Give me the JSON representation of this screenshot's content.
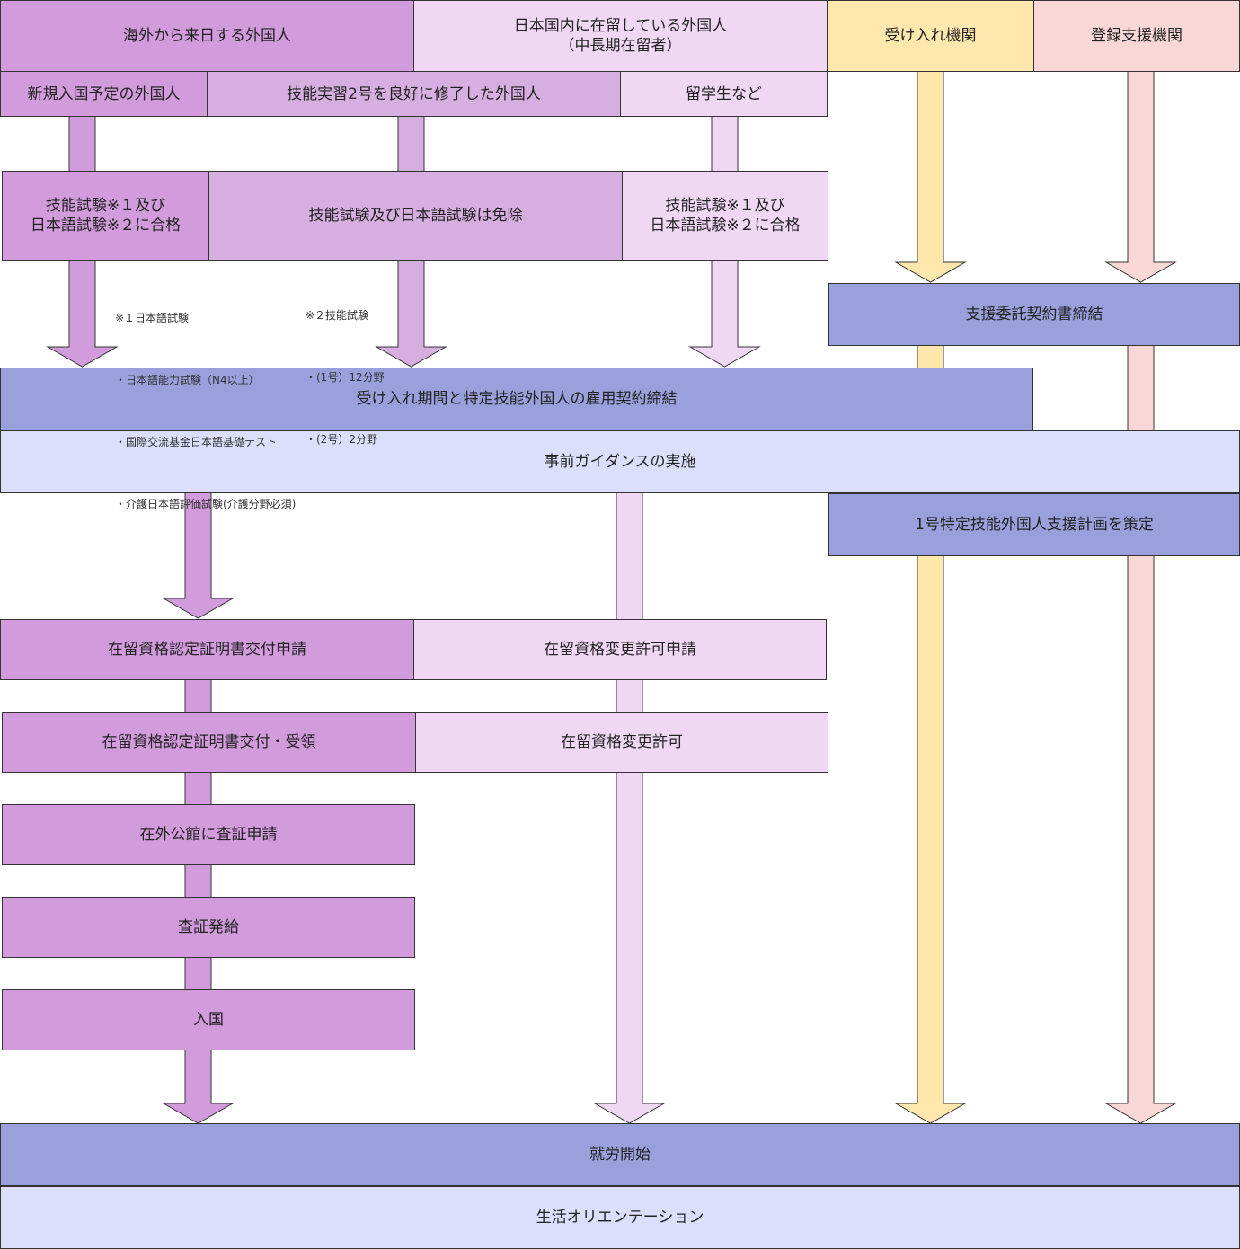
{
  "headers": {
    "overseas": "海外から来日する外国人",
    "domestic_line1": "日本国内に在留している外国人",
    "domestic_line2": "（中長期在留者）",
    "accepting_org": "受け入れ機関",
    "support_org": "登録支援機関"
  },
  "subheaders": {
    "new_entry": "新規入国予定の外国人",
    "trainee": "技能実習2号を良好に修了した外国人",
    "student": "留学生など"
  },
  "exams": {
    "pass_line1": "技能試験※１及び",
    "pass_line2": "日本語試験※２に合格",
    "exempt": "技能試験及び日本語試験は免除",
    "pass_right_line1": "技能試験※１及び",
    "pass_right_line2": "日本語試験※２に合格"
  },
  "notes": {
    "note1_title": "※１日本語試験",
    "note1_items": [
      "・日本語能力試験（N4以上）",
      "・国際交流基金日本語基礎テスト",
      "・介護日本語評価試験(介護分野必須)"
    ],
    "note2_title": "※２技能試験",
    "note2_items": [
      "・(1号）12分野",
      "・(2号）2分野"
    ]
  },
  "steps": {
    "support_contract": "支援委託契約書締結",
    "employment_contract": "受け入れ期間と特定技能外国人の雇用契約締結",
    "guidance": "事前ガイダンスの実施",
    "support_plan": "1号特定技能外国人支援計画を策定",
    "coe_application": "在留資格認定証明書交付申請",
    "change_application": "在留資格変更許可申請",
    "coe_issued": "在留資格認定証明書交付・受領",
    "change_permitted": "在留資格変更許可",
    "visa_application": "在外公館に査証申請",
    "visa_issued": "査証発給",
    "entry": "入国",
    "work_start": "就労開始",
    "orientation": "生活オリエンテーション"
  },
  "colors": {
    "purple": "#d29bdc",
    "violet": "#d7aee0",
    "pink": "#f0d8f5",
    "yellow": "#ffe7ad",
    "rose": "#f9d7d7",
    "blue": "#9aa0dc",
    "light_blue": "#dcdffb"
  }
}
